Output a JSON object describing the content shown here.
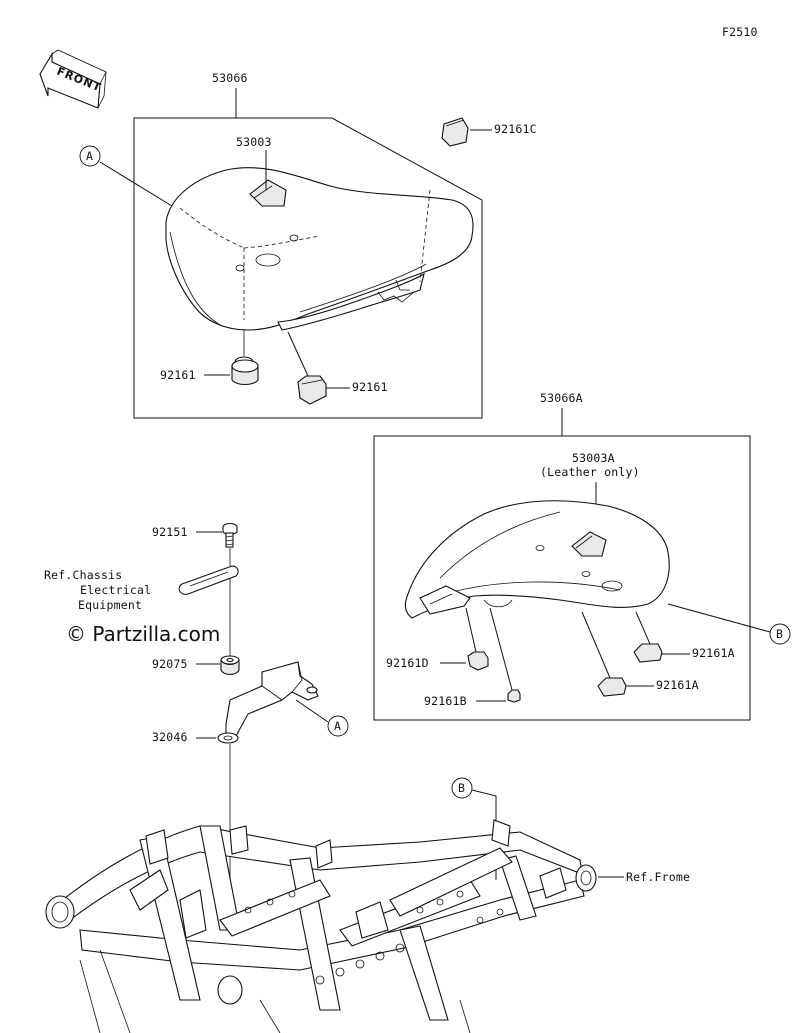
{
  "figure_code": "F2510",
  "watermark": "© Partzilla.com",
  "front_label": "FRONT",
  "callouts": {
    "a1": "A",
    "a2": "A",
    "b1": "B",
    "b2": "B"
  },
  "parts": {
    "seat_assy": "53066",
    "seat_cover": "53003",
    "damper_top": "92161C",
    "damper_left": "92161",
    "damper_right": "92161",
    "seat_assy_alt": "53066A",
    "seat_cover_alt": "53003A",
    "seat_cover_alt_note": "(Leather only)",
    "damper_d": "92161D",
    "damper_b": "92161B",
    "damper_a1": "92161A",
    "damper_a2": "92161A",
    "bolt": "92151",
    "grommet": "92075",
    "bracket": "32046"
  },
  "refs": {
    "chassis_line1": "Ref.Chassis",
    "chassis_line2": "Electrical",
    "chassis_line3": "Equipment",
    "frame": "Ref.Frome"
  }
}
